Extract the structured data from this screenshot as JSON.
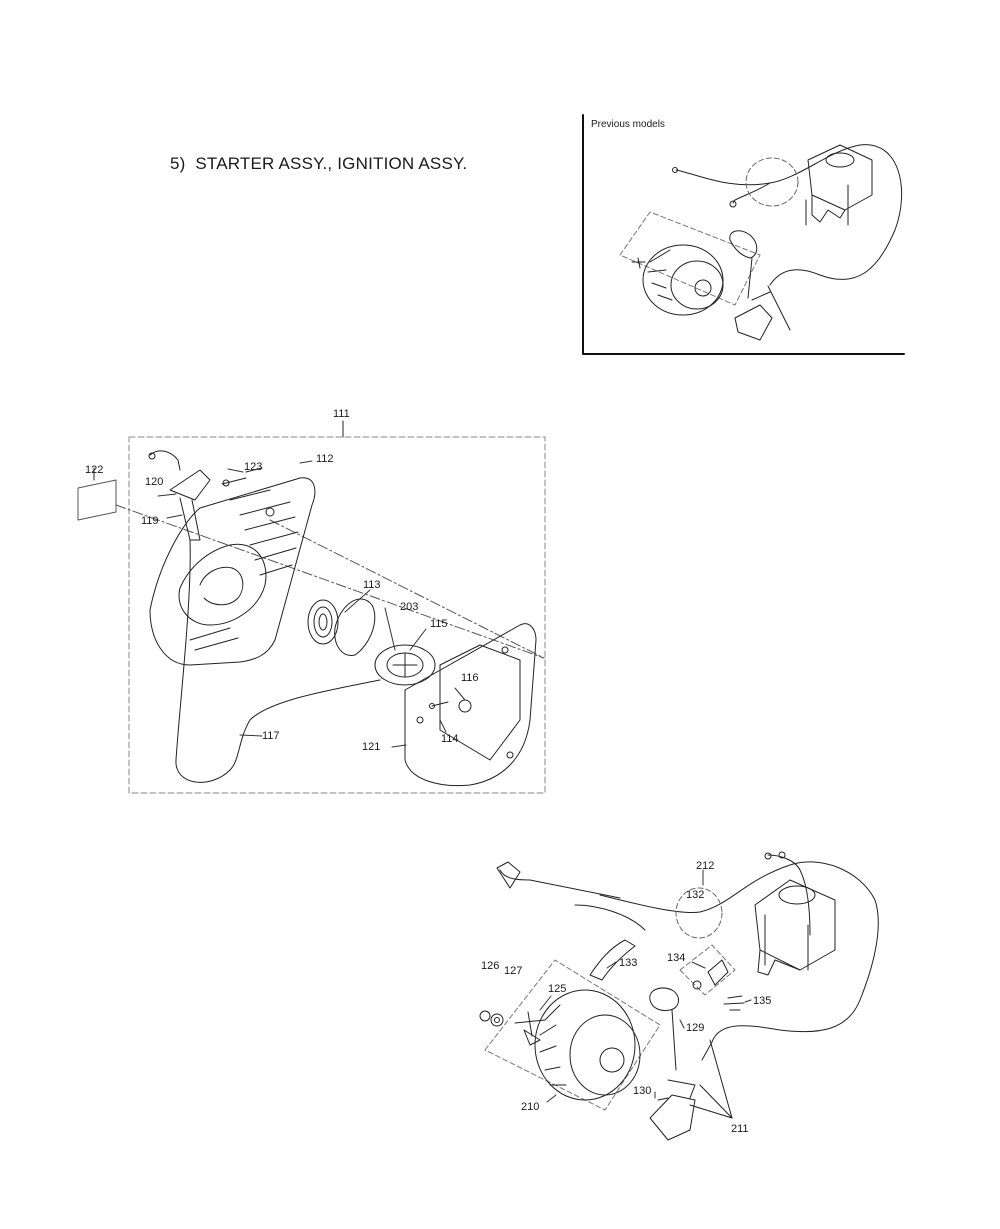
{
  "title": "5)  STARTER ASSY., IGNITION ASSY.",
  "inset": {
    "label": "Previous models"
  },
  "starter_callouts": [
    "111",
    "112",
    "113",
    "114",
    "115",
    "116",
    "117",
    "119",
    "120",
    "121",
    "122",
    "123",
    "203"
  ],
  "ignition_callouts": [
    "125",
    "126",
    "127",
    "129",
    "130",
    "132",
    "133",
    "134",
    "135",
    "210",
    "211",
    "212"
  ],
  "callouts": {
    "c111": "111",
    "c112": "112",
    "c113": "113",
    "c114": "114",
    "c115": "115",
    "c116": "116",
    "c117": "117",
    "c119": "119",
    "c120": "120",
    "c121": "121",
    "c122": "122",
    "c123": "123",
    "c203": "203",
    "c125": "125",
    "c126": "126",
    "c127": "127",
    "c129": "129",
    "c130": "130",
    "c132": "132",
    "c133": "133",
    "c134": "134",
    "c135": "135",
    "c210": "210",
    "c211": "211",
    "c212": "212"
  }
}
